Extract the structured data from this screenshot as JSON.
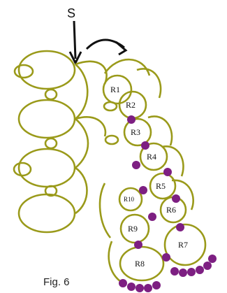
{
  "figure": {
    "start_label": "S",
    "caption": "Fig. 6",
    "ring_labels": [
      "R1",
      "R2",
      "R3",
      "R4",
      "R5",
      "R6",
      "R7",
      "R8",
      "R9",
      "R10"
    ],
    "colors": {
      "thread": "#9a9a1a",
      "bead": "#7d1f82",
      "arrow": "#111111",
      "text": "#111111",
      "background": "#ffffff"
    }
  }
}
